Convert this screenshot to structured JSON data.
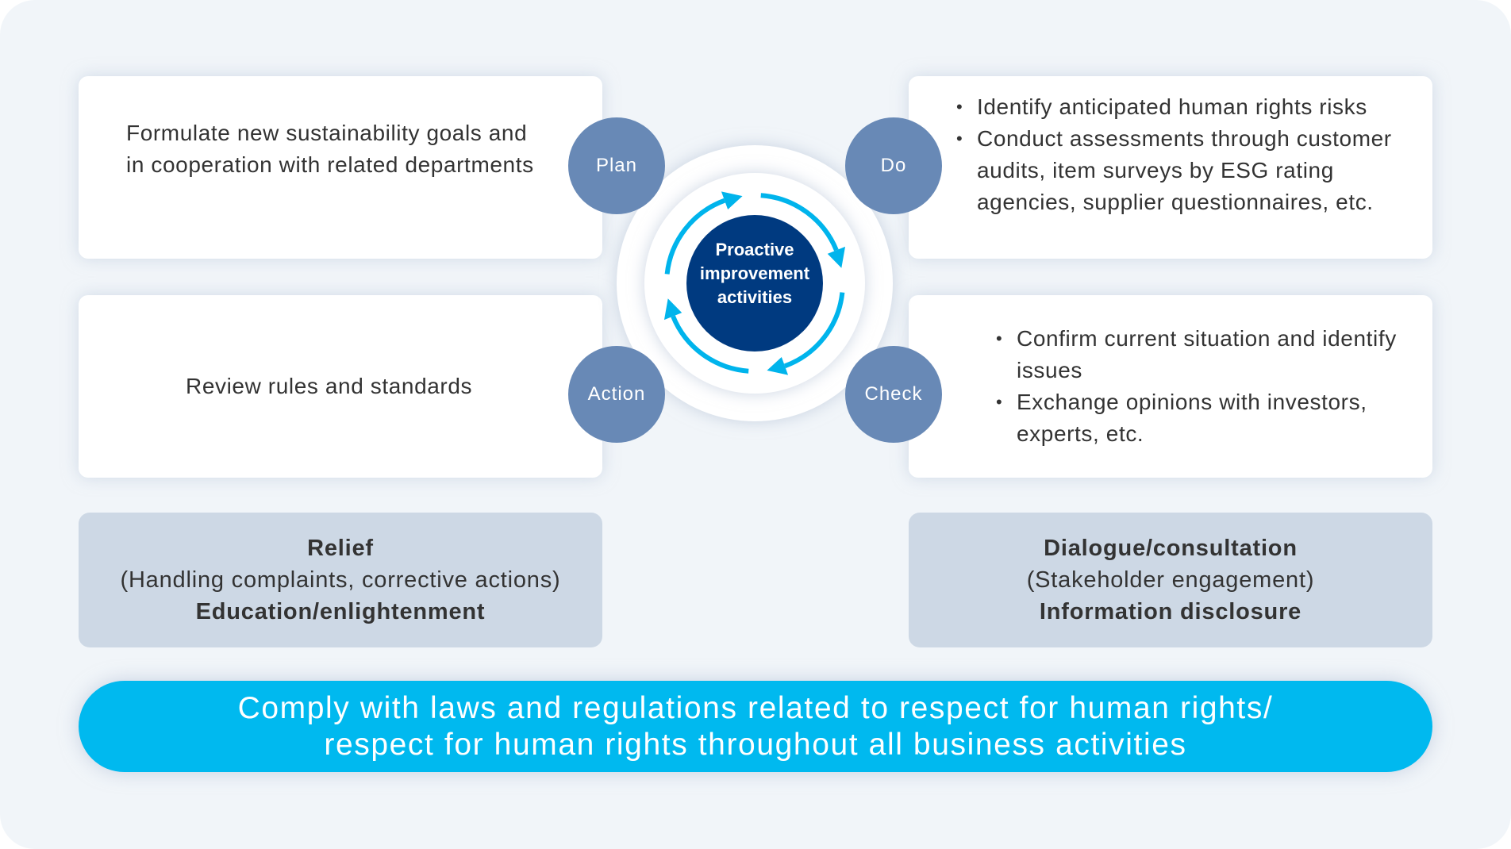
{
  "cycle": {
    "center_label": "Proactive improvement activities",
    "center_lines": [
      "Proactive",
      "improvement",
      "activities"
    ],
    "phases": {
      "plan": "Plan",
      "do": "Do",
      "check": "Check",
      "action": "Action"
    }
  },
  "plan_box": {
    "text": "Formulate new sustainability goals and in cooperation with related departments"
  },
  "do_box": {
    "bullets": [
      "Identify anticipated human rights risks",
      "Conduct assessments through customer audits, item surveys by ESG rating agencies, supplier questionnaires, etc."
    ]
  },
  "action_box": {
    "text": "Review rules and standards"
  },
  "check_box": {
    "bullets": [
      "Confirm current situation and identify issues",
      "Exchange opinions with investors, experts, etc."
    ]
  },
  "relief_box": {
    "title": "Relief",
    "subtitle": "(Handling complaints, corrective actions)",
    "footer": "Education/enlightenment"
  },
  "dialogue_box": {
    "title": "Dialogue/consultation",
    "subtitle": "(Stakeholder engagement)",
    "footer": "Information disclosure"
  },
  "foundation": {
    "line1": "Comply with laws and regulations related to respect for human rights/",
    "line2": "respect for human rights throughout all business activities"
  },
  "colors": {
    "background": "#f1f5f9",
    "phase_circle": "#6889b6",
    "center_navy": "#003a80",
    "arrow_cyan": "#00b4ec",
    "foundation_blue": "#00b9ef",
    "gray_box": "#cdd8e5"
  }
}
